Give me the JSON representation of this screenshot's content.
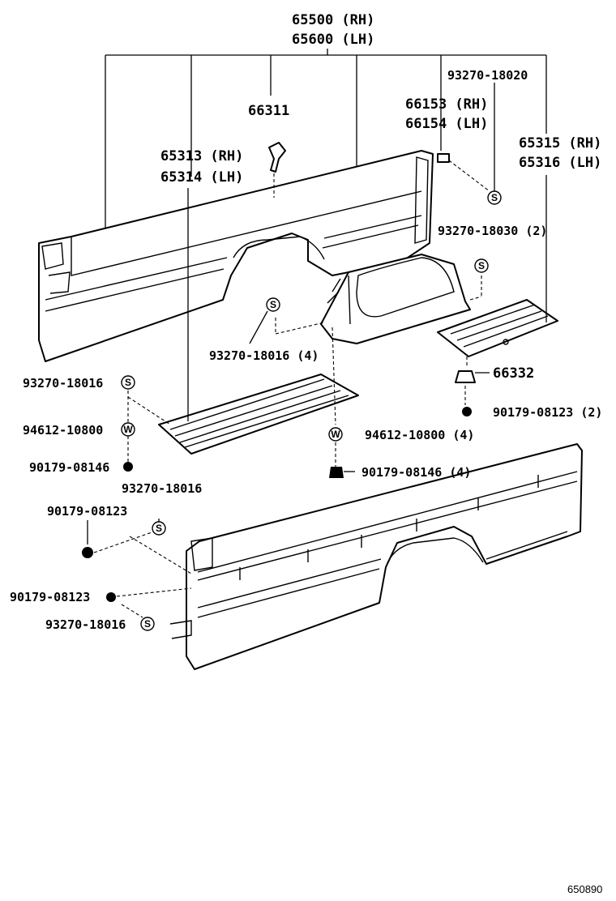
{
  "callouts": {
    "p65500": "65500 (RH)",
    "p65600": "65600 (LH)",
    "p93270_18020": "93270-18020",
    "p66311": "66311",
    "p66153": "66153 (RH)",
    "p66154": "66154 (LH)",
    "p65315": "65315 (RH)",
    "p65316": "65316 (LH)",
    "p65313": "65313 (RH)",
    "p65314": "65314 (LH)",
    "p93270_18030": "93270-18030 (2)",
    "p93270_18016_4": "93270-18016 (4)",
    "p66332": "66332",
    "p93270_18016_a": "93270-18016",
    "p94612_a": "94612-10800",
    "p90179_08123_2": "90179-08123 (2)",
    "p90179_08146_a": "90179-08146",
    "p94612_4": "94612-10800 (4)",
    "p90179_08146_4": "90179-08146 (4)",
    "p93270_18016_b": "93270-18016",
    "p90179_08123_a": "90179-08123",
    "p90179_08123_b": "90179-08123",
    "p93270_18016_c": "93270-18016"
  },
  "symbols": {
    "s": "S",
    "w": "W"
  },
  "diagram_code": "650890"
}
